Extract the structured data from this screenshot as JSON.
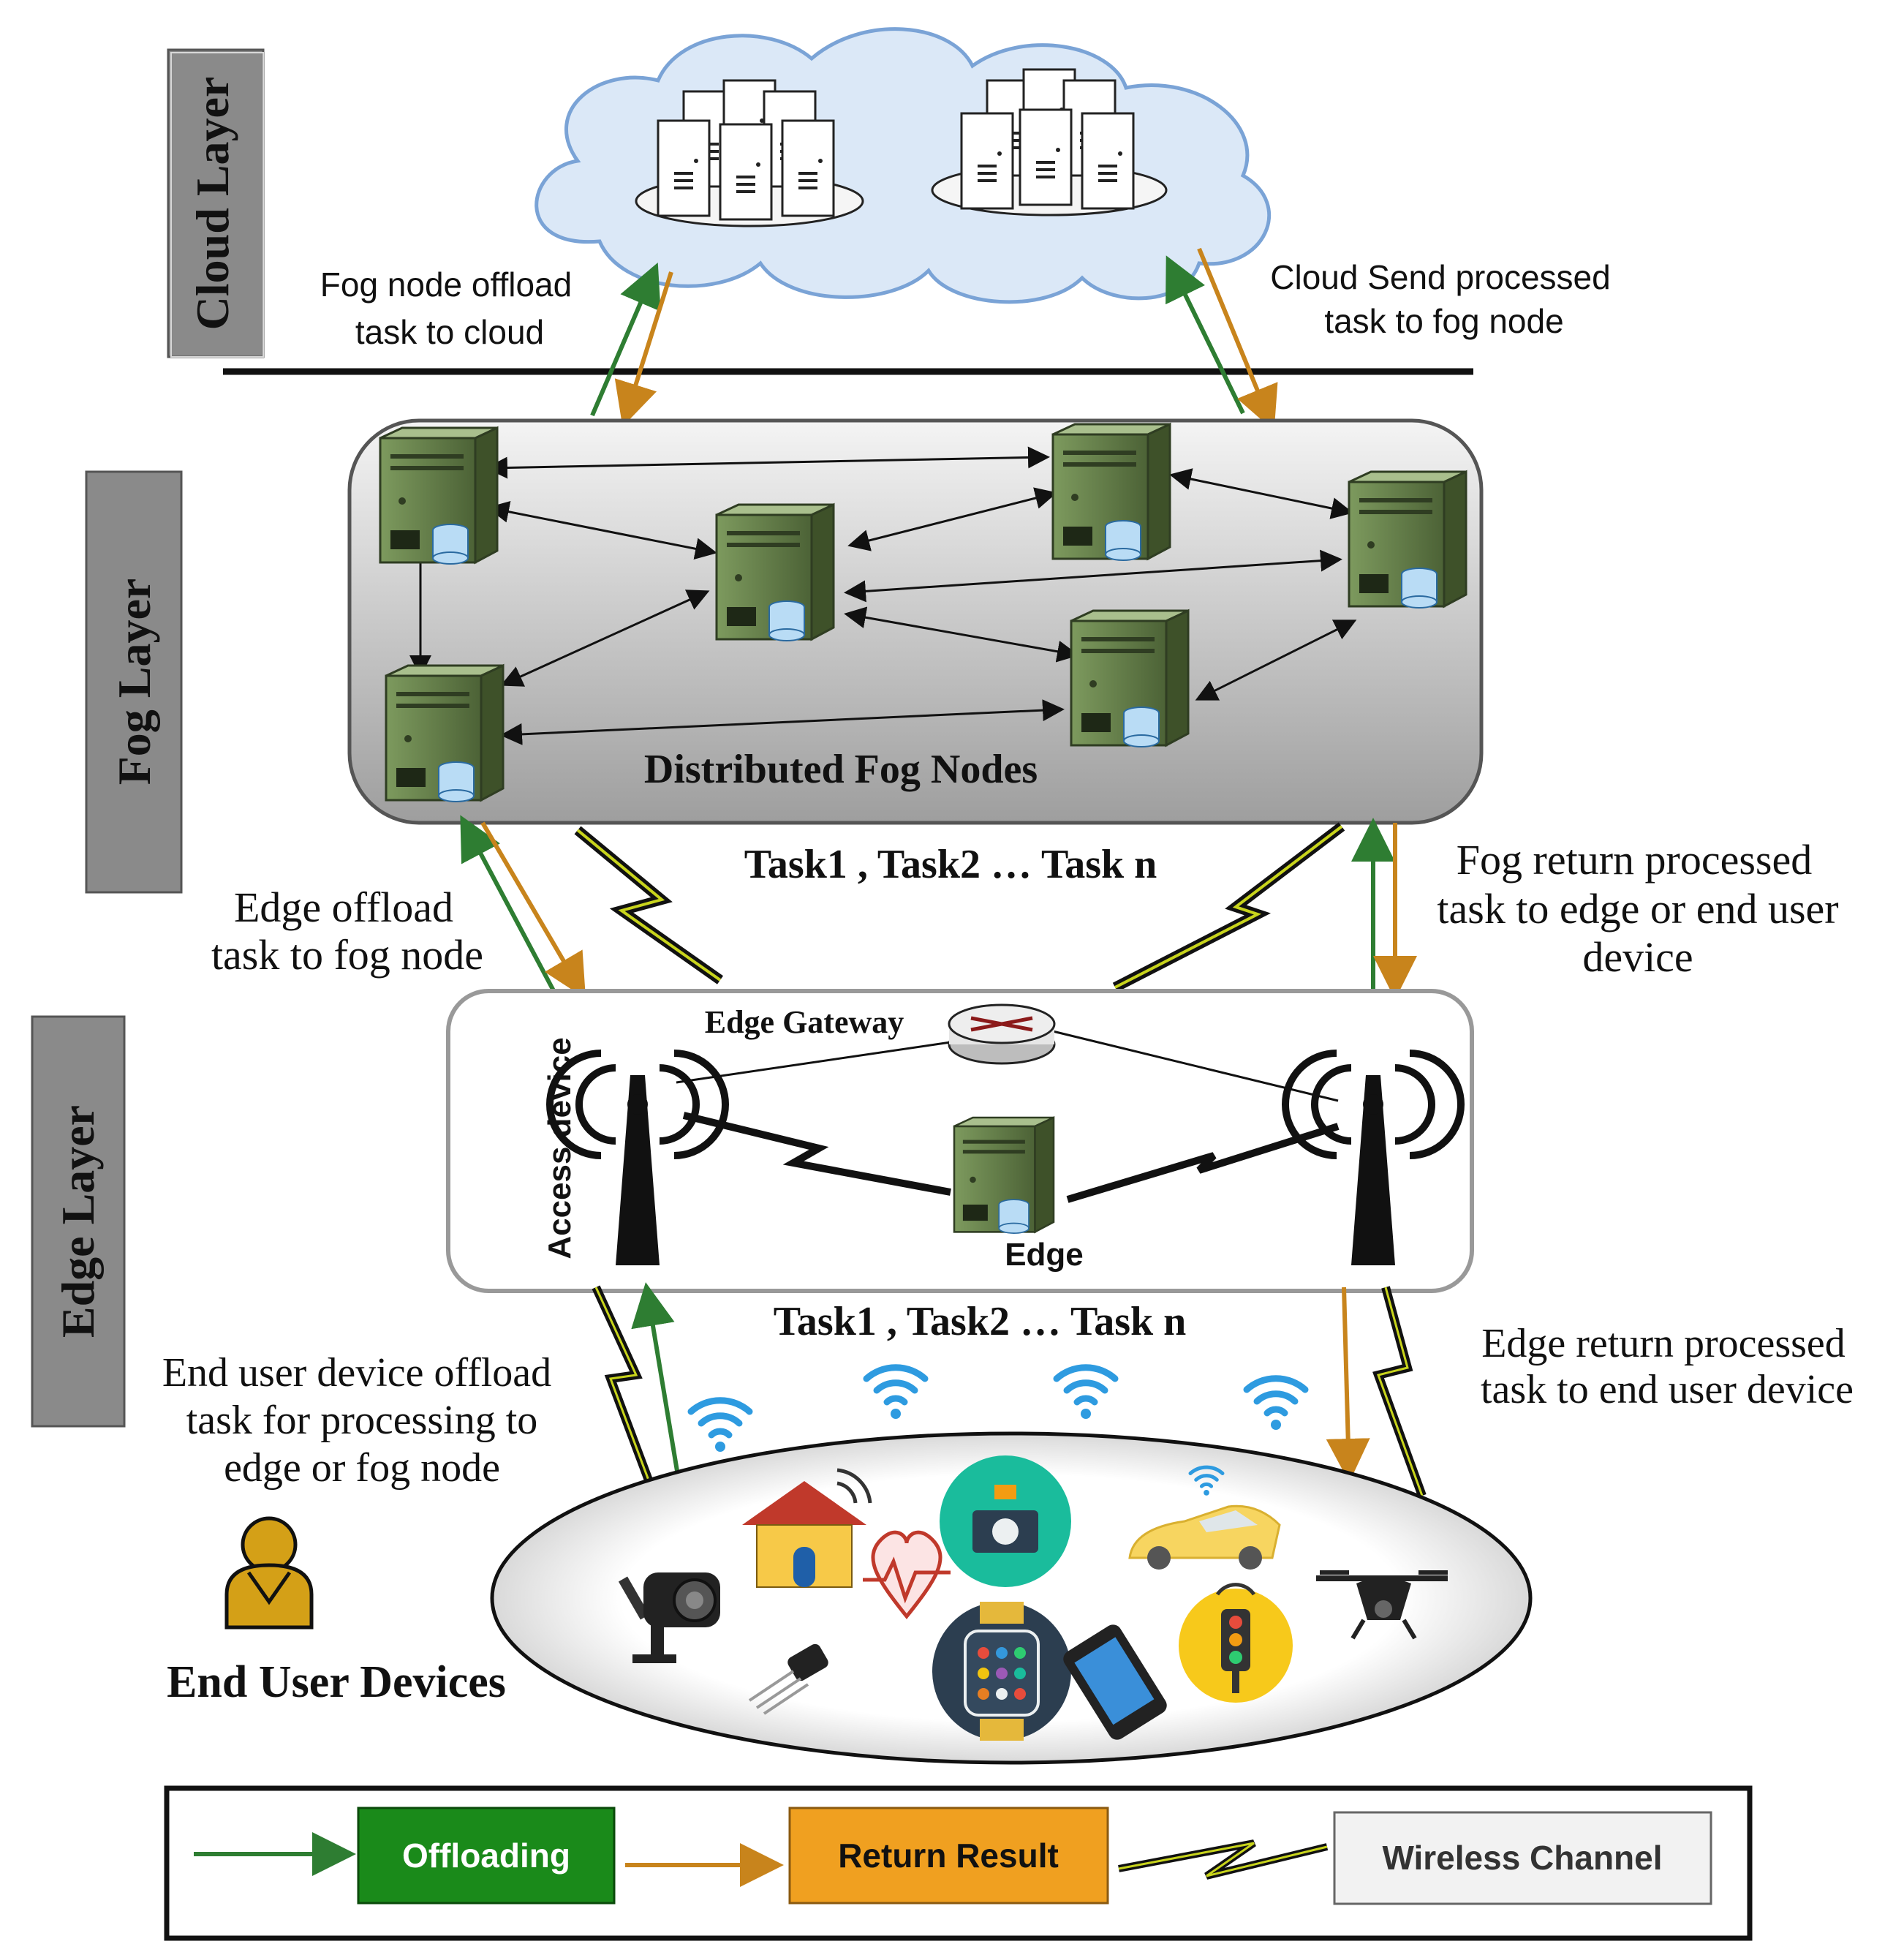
{
  "layers": {
    "cloud": "Cloud Layer",
    "fog": "Fog Layer",
    "edge": "Edge Layer"
  },
  "annotations": {
    "fog_offload_line1": "Fog node offload",
    "fog_offload_line2": "task to cloud",
    "cloud_send_line1": "Cloud Send processed",
    "cloud_send_line2": "task to fog node",
    "distributed_fog_nodes": "Distributed Fog Nodes",
    "tasks_fog": "Task1 , Task2 … Task n",
    "edge_offload_line1": "Edge offload",
    "edge_offload_line2": "task to fog node",
    "fog_return_line1": "Fog return processed",
    "fog_return_line2": "task to edge or end user",
    "fog_return_line3": "device",
    "edge_gateway": "Edge Gateway",
    "access_device": "Access device",
    "edge_node": "Edge",
    "tasks_edge": "Task1 , Task2 … Task n",
    "end_user_offload_line1": "End user device offload",
    "end_user_offload_line2": "task for  processing to",
    "end_user_offload_line3": "edge or fog node",
    "edge_return_line1": "Edge return processed",
    "edge_return_line2": "task to end user device",
    "end_user_devices": "End User Devices"
  },
  "legend": {
    "offloading": "Offloading",
    "return_result": "Return Result",
    "wireless_channel": "Wireless Channel"
  },
  "colors": {
    "offload_arrow": "#2e7d32",
    "return_arrow": "#c8841c",
    "offloading_box": "#1a8a1a",
    "return_box": "#f0a020",
    "wireless_box": "#f2f2f2",
    "layer_label_bg": "#8a8a8a",
    "cloud_fill": "#dbe8f7",
    "cloud_stroke": "#7aa3d6",
    "fog_panel": "#bdbdbd",
    "fog_server": "#5f7a45",
    "wifi": "#2e9be0"
  },
  "icons": [
    "server-icon",
    "fog-server-icon",
    "router-icon",
    "antenna-tower-icon",
    "wifi-icon",
    "user-icon",
    "camera-icon",
    "house-icon",
    "heart-rate-icon",
    "photo-camera-icon",
    "car-icon",
    "drone-icon",
    "smartwatch-icon",
    "smartphone-icon",
    "traffic-light-icon",
    "sensor-icon"
  ]
}
